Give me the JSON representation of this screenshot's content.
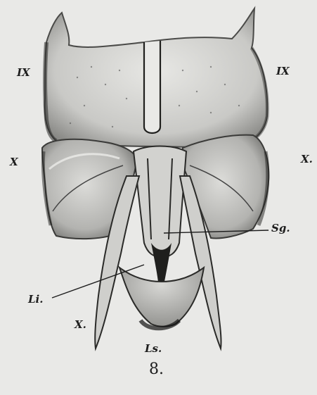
{
  "figure": {
    "labels": {
      "ix_left": "IX",
      "ix_right": "IX",
      "x_left": "X",
      "x_right": "X.",
      "sg": "Sg.",
      "li": "Li.",
      "x_lower": "X.",
      "ls": "Ls."
    },
    "figure_number": "8."
  }
}
